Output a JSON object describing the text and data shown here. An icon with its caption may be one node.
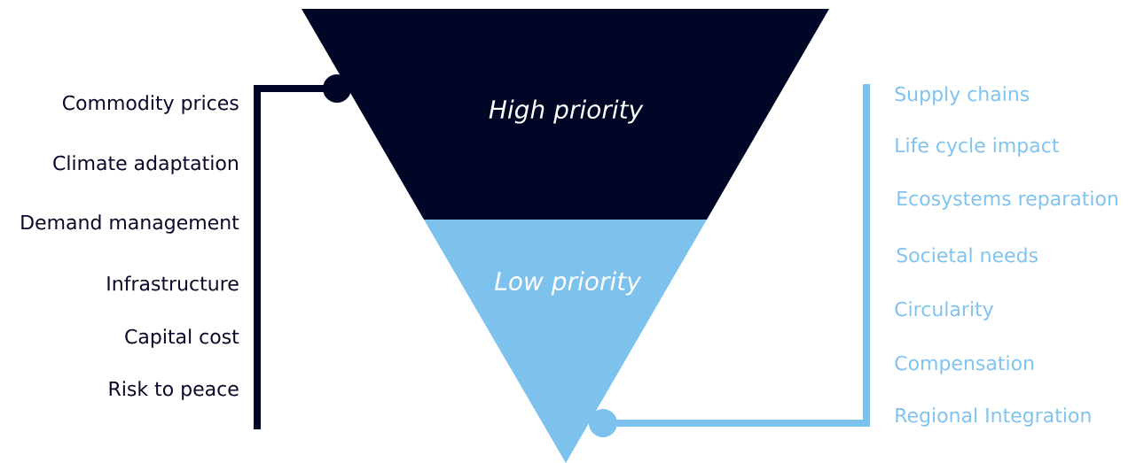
{
  "diagram": {
    "nodes": [
      {
        "text": [
          "High priority"
        ]
      },
      {
        "text": [
          "Low priority"
        ]
      }
    ],
    "labels": [
      "Commodity prices",
      "Climate adaptation",
      "Demand management",
      "Infrastructure",
      "Capital cost",
      "Risk to peace",
      "Supply chains",
      "Life cycle impact",
      "Ecosystems reparation",
      "Societal needs",
      "Circularity",
      "Compensation",
      "Regional Integration"
    ]
  }
}
